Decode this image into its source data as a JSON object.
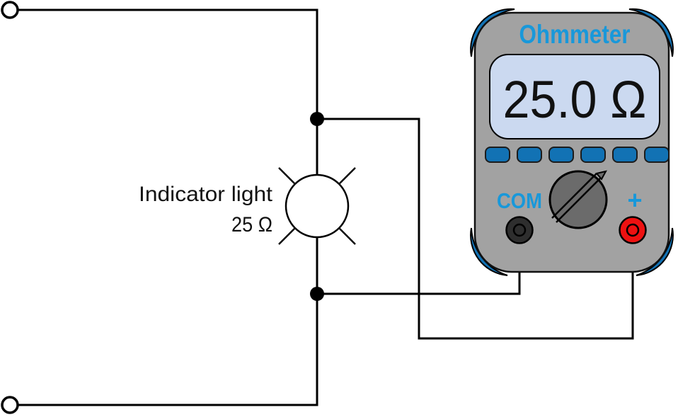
{
  "lamp": {
    "label": "Indicator light",
    "resistance": "25 Ω"
  },
  "meter": {
    "title": "Ohmmeter",
    "display_value": "25.0 Ω",
    "com_label": "COM",
    "plus_label": "+"
  },
  "colors": {
    "wire": "#000000",
    "body_gray": "#a2a2a2",
    "dial_gray": "#6b6b6b",
    "accent_blue": "#1272b4",
    "label_blue": "#1898da",
    "display_bg": "#cbd9f0",
    "display_text": "#111111",
    "terminal_red": "#ee1111",
    "terminal_black": "#2e2e2e"
  }
}
